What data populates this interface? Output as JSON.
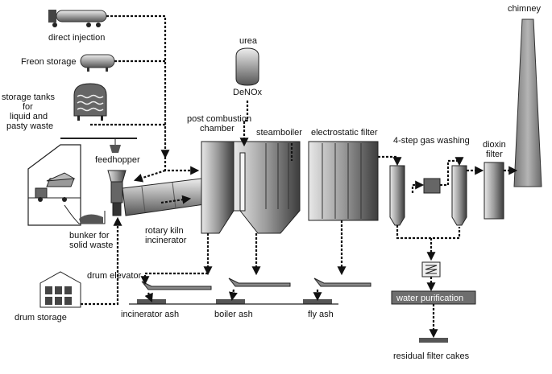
{
  "labels": {
    "direct_injection": "direct injection",
    "freon_storage": "Freon storage",
    "storage_tanks": [
      "storage tanks",
      "for",
      "liquid and",
      "pasty waste"
    ],
    "urea": "urea",
    "denox": "DeNOx",
    "post_combustion": [
      "post combustion",
      "chamber"
    ],
    "steamboiler": "steamboiler",
    "electrostatic_filter": "electrostatic filter",
    "gas_washing": "4-step gas washing",
    "dioxin_filter": [
      "dioxin",
      "filter"
    ],
    "chimney": "chimney",
    "feedhopper": "feedhopper",
    "rotary_kiln": [
      "rotary kiln",
      "incinerator"
    ],
    "bunker": [
      "bunker for",
      "solid waste"
    ],
    "drum_elevator": "drum elevator",
    "drum_storage": "drum storage",
    "incinerator_ash": "incinerator ash",
    "boiler_ash": "boiler ash",
    "fly_ash": "fly ash",
    "water_purification": "water purification",
    "residual_filter_cakes": "residual filter cakes"
  },
  "colors": {
    "line": "#111111",
    "equipment_dark": "#4a4a4a",
    "equipment_mid": "#8c8c8c",
    "equipment_light": "#d0d0d0"
  }
}
